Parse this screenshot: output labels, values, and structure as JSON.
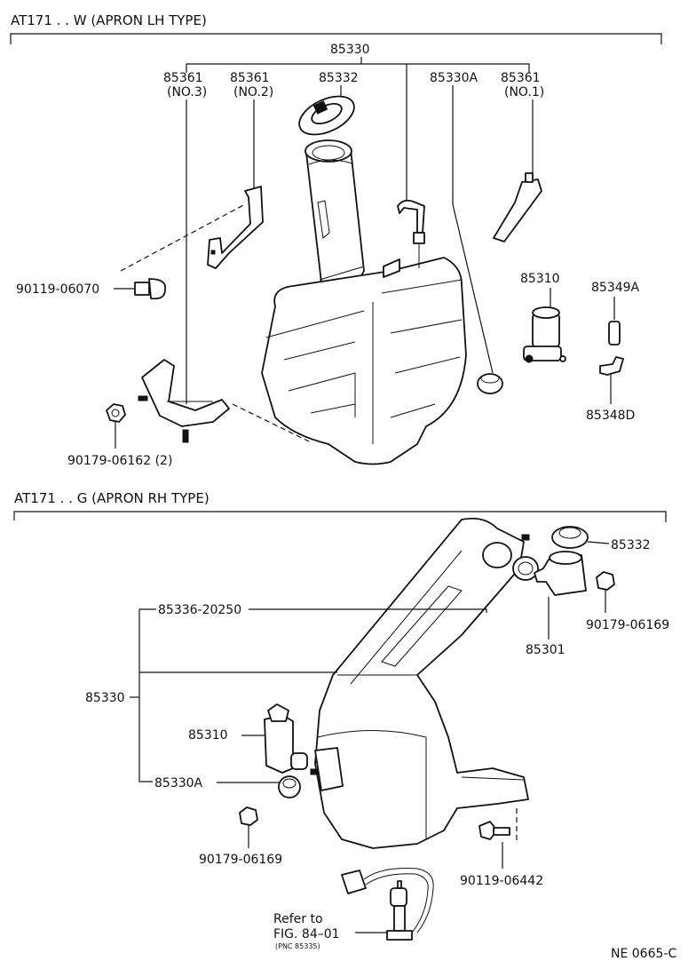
{
  "sections": {
    "top": {
      "title": "AT171 . . W (APRON LH TYPE)"
    },
    "bottom": {
      "title": "AT171 . . G (APRON RH TYPE)"
    }
  },
  "top_labels": {
    "p85330": "85330",
    "p85361_3": "85361",
    "p85361_3_note": "(NO.3)",
    "p85361_2": "85361",
    "p85361_2_note": "(NO.2)",
    "p85332": "85332",
    "p85330A": "85330A",
    "p85361_1": "85361",
    "p85361_1_note": "(NO.1)",
    "p90119_06070": "90119-06070",
    "p85310": "85310",
    "p85349A": "85349A",
    "p85348D": "85348D",
    "p90179_06162": "90179-06162 (2)"
  },
  "bottom_labels": {
    "p85332": "85332",
    "p85336_20250": "85336-20250",
    "p90179_06169_a": "90179-06169",
    "p85301": "85301",
    "p85330": "85330",
    "p85310": "85310",
    "p85330A": "85330A",
    "p90179_06169_b": "90179-06169",
    "p90119_06442": "90119-06442"
  },
  "reference": {
    "line1": "Refer to",
    "line2": "FIG. 84–01",
    "line3": "(PNC 85335)"
  },
  "figure_code": "NE 0665-C"
}
